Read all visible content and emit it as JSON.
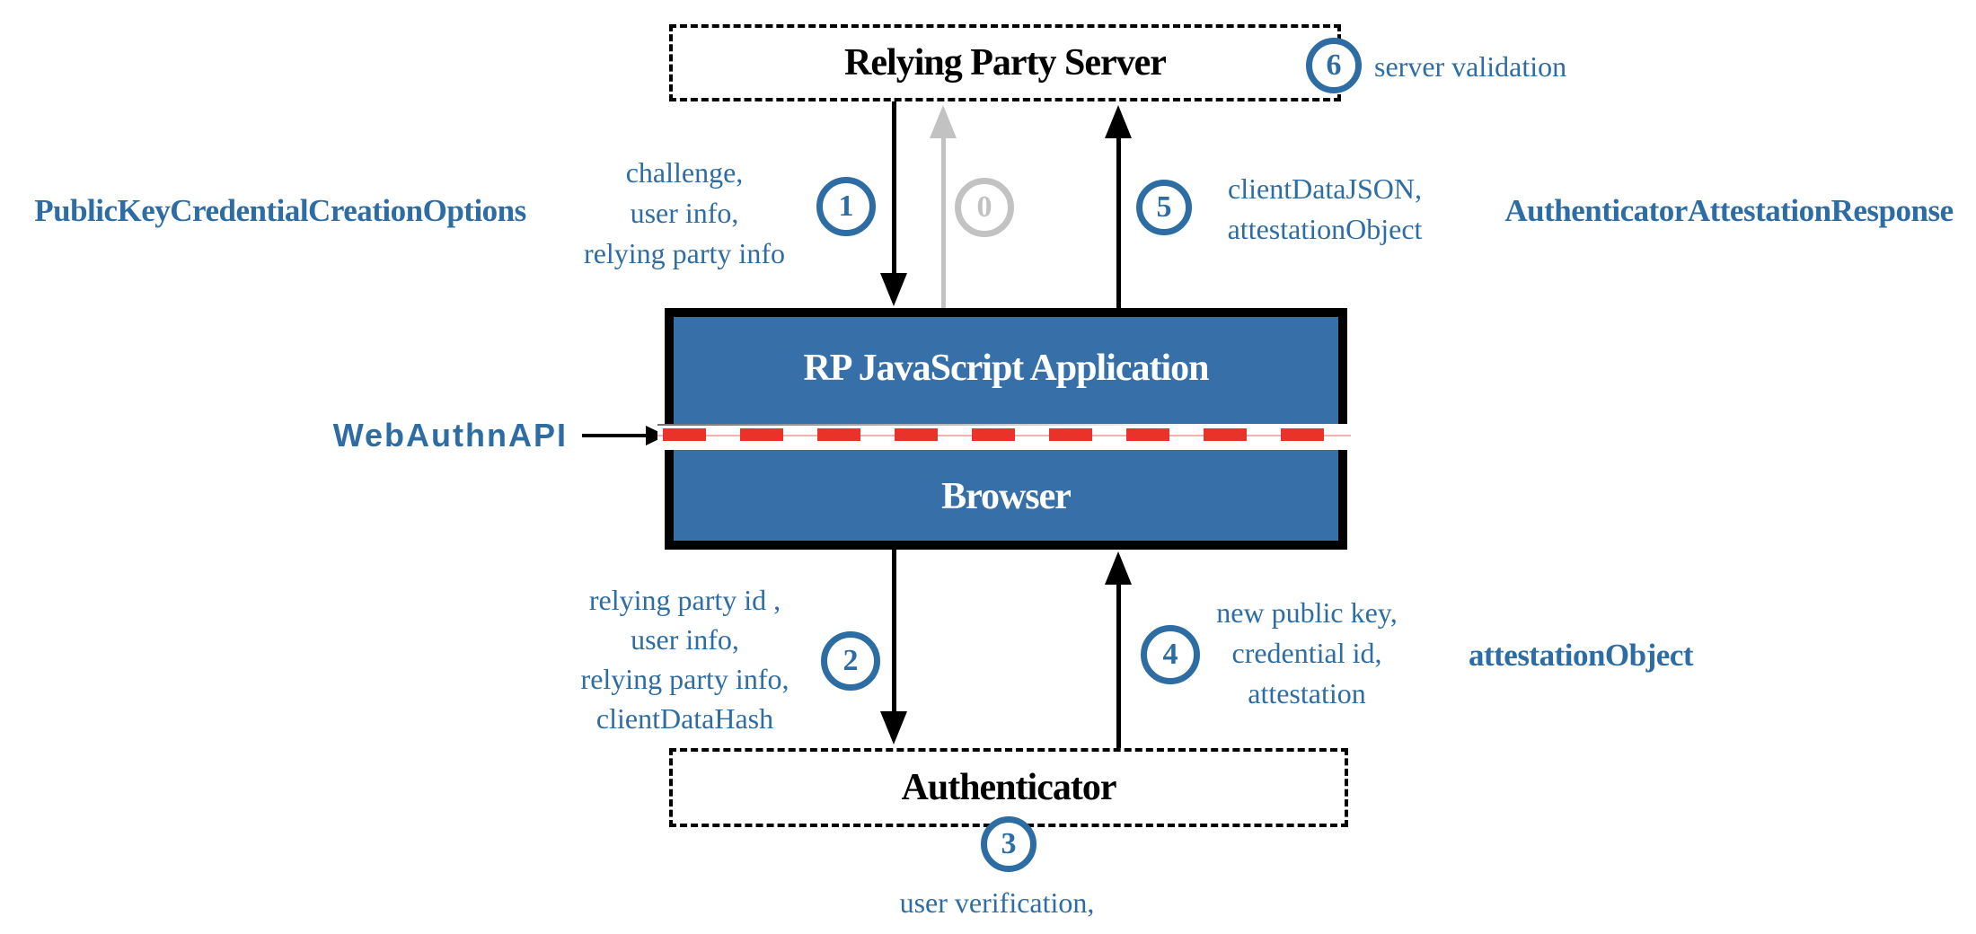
{
  "diagram": {
    "top_node": "Relying Party Server",
    "app_node_top": "RP JavaScript Application",
    "app_node_bottom": "Browser",
    "bottom_node": "Authenticator",
    "webauthn_api": "WebAuthnAPI"
  },
  "step_numbers": {
    "0": "0",
    "1": "1",
    "2": "2",
    "3": "3",
    "4": "4",
    "5": "5",
    "6": "6"
  },
  "annotations": {
    "public_key_credential_creation_options": "PublicKeyCredentialCreationOptions",
    "authenticator_attestation_response": "AuthenticatorAttestationResponse",
    "attestation_object": "attestationObject",
    "server_validation": "server validation",
    "user_verification": "user verification,",
    "step1_payload": [
      "challenge,",
      "user info,",
      "relying party info"
    ],
    "step5_payload": [
      "clientDataJSON,",
      "attestationObject"
    ],
    "step2_payload": [
      "relying party id ,",
      "user info,",
      "relying party info,",
      "clientDataHash"
    ],
    "step4_payload": [
      "new public key,",
      "credential id,",
      "attestation"
    ]
  },
  "colors": {
    "blue_text": "#2E6DA4",
    "box_fill": "#3770A9",
    "dash_red": "#E8322A",
    "inactive_gray": "#C2C2C2"
  }
}
